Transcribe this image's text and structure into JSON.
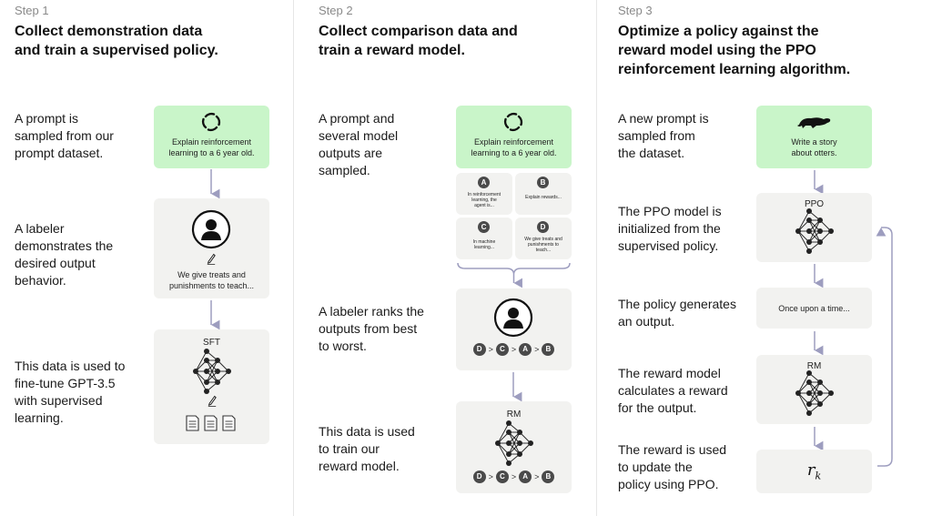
{
  "steps": [
    {
      "step_label": "Step 1",
      "heading_lines": [
        "Collect demonstration data",
        "and train a supervised policy."
      ],
      "descriptions": [
        [
          "A prompt is",
          "sampled from our",
          "prompt dataset."
        ],
        [
          "A labeler",
          "demonstrates the",
          "desired output",
          "behavior."
        ],
        [
          "This data is used to",
          "fine-tune GPT-3.5",
          "with supervised",
          "learning."
        ]
      ],
      "prompt_lines": [
        "Explain reinforcement",
        "learning to a 6 year old."
      ],
      "demo_lines": [
        "We give treats and",
        "punishments to teach..."
      ],
      "model_label": "SFT"
    },
    {
      "step_label": "Step 2",
      "heading_lines": [
        "Collect comparison data and",
        "train a reward model."
      ],
      "descriptions": [
        [
          "A prompt and",
          "several model",
          "outputs are",
          "sampled."
        ],
        [
          "A labeler ranks the",
          "outputs from best",
          "to worst."
        ],
        [
          "This data is used",
          "to train our",
          "reward model."
        ]
      ],
      "prompt_lines": [
        "Explain reinforcement",
        "learning to a 6 year old."
      ],
      "outputs": [
        {
          "letter": "A",
          "lines": [
            "In reinforcement",
            "learning, the",
            "agent is..."
          ]
        },
        {
          "letter": "B",
          "lines": [
            "Explain rewards..."
          ]
        },
        {
          "letter": "C",
          "lines": [
            "In machine",
            "learning..."
          ]
        },
        {
          "letter": "D",
          "lines": [
            "We give treats and",
            "punishments to",
            "teach..."
          ]
        }
      ],
      "ranking": [
        "D",
        "C",
        "A",
        "B"
      ],
      "ranking_separator": ">",
      "model_label": "RM"
    },
    {
      "step_label": "Step 3",
      "heading_lines": [
        "Optimize a policy against the",
        "reward model using the PPO",
        "reinforcement learning algorithm."
      ],
      "descriptions": [
        [
          "A new prompt is",
          "sampled from",
          "the dataset."
        ],
        [
          "The PPO model is",
          "initialized from the",
          "supervised policy."
        ],
        [
          "The policy generates",
          "an output."
        ],
        [
          "The reward model",
          "calculates a reward",
          "for the output."
        ],
        [
          "The reward is used",
          "to update the",
          "policy using PPO."
        ]
      ],
      "prompt_lines": [
        "Write a story",
        "about otters."
      ],
      "ppo_label": "PPO",
      "output_text": "Once upon a time...",
      "rm_label": "RM",
      "reward_symbol": "r",
      "reward_subscript": "k"
    }
  ],
  "colors": {
    "prompt_card": "#c9f5c9",
    "card": "#f2f2f0",
    "arrow": "#9d9dbf",
    "badge": "#4a4a4a"
  },
  "icons": [
    "openai-logo-icon",
    "labeler-icon",
    "pencil-icon",
    "neural-network-icon",
    "document-icon",
    "otter-icon"
  ]
}
